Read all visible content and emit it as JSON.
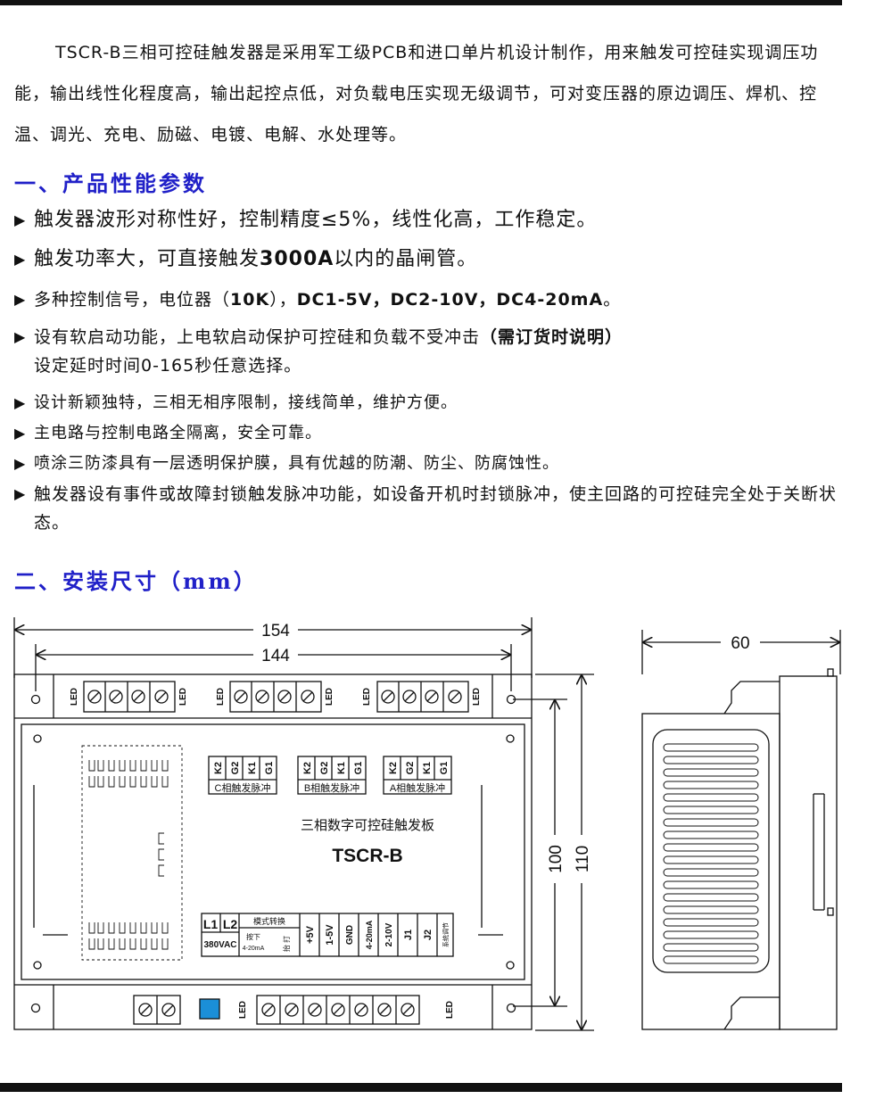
{
  "intro": "TSCR-B三相可控硅触发器是采用军工级PCB和进口单片机设计制作，用来触发可控硅实现调压功能，输出线性化程度高，输出起控点低，对负载电压实现无级调节，可对变压器的原边调压、焊机、控温、调光、充电、励磁、电镀、电解、水处理等。",
  "section1_title": "一、产品性能参数",
  "bullet": "▶",
  "features": {
    "f1": "触发器波形对称性好，控制精度≤5%，线性化高，工作稳定。",
    "f2_a": "触发功率大，可直接触发",
    "f2_b": "3000A",
    "f2_c": "以内的晶闸管。",
    "f3_a": "多种控制信号，电位器（",
    "f3_b": "10K",
    "f3_c": "），",
    "f3_d": "DC1-5V，DC2-10V，DC4-20mA",
    "f3_e": "。",
    "f4_a": "设有软启动功能，上电软启动保护可控硅和负载不受冲击",
    "f4_b": "（需订货时说明）",
    "f4_c": "设定延时时间0-165秒任意选择。",
    "f5": "设计新颖独特，三相无相序限制，接线简单，维护方便。",
    "f6": "主电路与控制电路全隔离，安全可靠。",
    "f7": "喷涂三防漆具有一层透明保护膜，具有优越的防潮、防尘、防腐蚀性。",
    "f8": "触发器设有事件或故障封锁触发脉冲功能，如设备开机时封锁脉冲，使主回路的可控硅完全处于关断状态。"
  },
  "section2_title": "二、安装尺寸（mm）",
  "drawing": {
    "dim_width_total": "154",
    "dim_width_holes": "144",
    "dim_height_holes": "100",
    "dim_height_total": "110",
    "dim_depth": "60",
    "led": "LED",
    "phase_pins": [
      "K2",
      "G2",
      "K1",
      "G1"
    ],
    "phase_c": "C相触发脉冲",
    "phase_b": "B相触发脉冲",
    "phase_a": "A相触发脉冲",
    "board_title": "三相数字可控硅触发板",
    "board_model": "TSCR-B",
    "l1": "L1",
    "l2": "L2",
    "voltage": "380VAC",
    "mode_switch": "模式转换",
    "press_down": "按下",
    "mode_4_20": "4-20mA",
    "press_up": "抬 打",
    "pin_5v": "+5V",
    "pin_1_5v": "1-5V",
    "pin_gnd": "GND",
    "pin_4_20": "4-20mA",
    "pin_2_10": "2-10V",
    "pin_j1": "J1",
    "pin_j2": "J2",
    "pin_side": "系统调节"
  }
}
